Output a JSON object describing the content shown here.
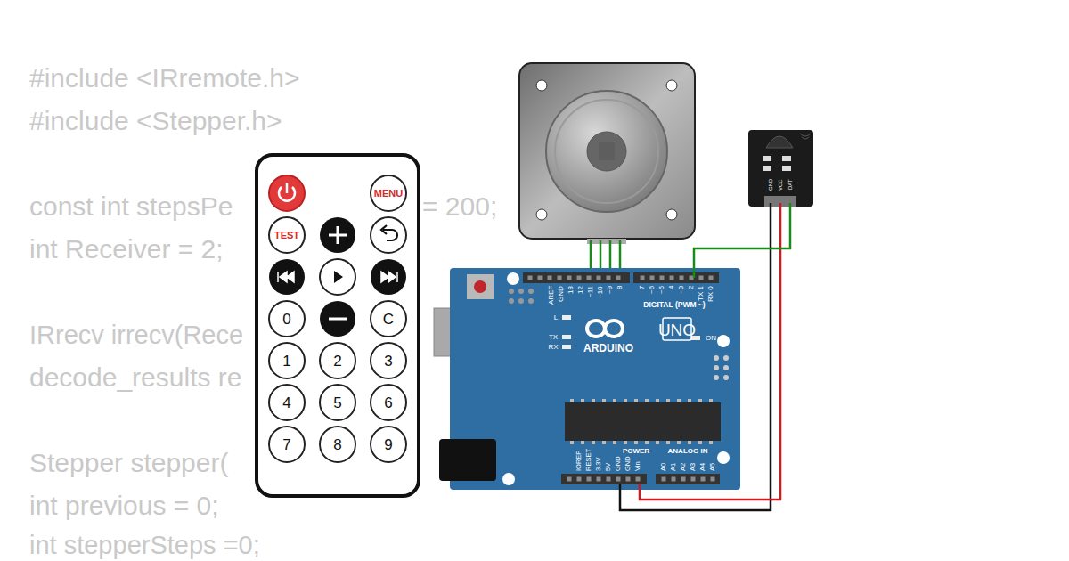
{
  "diagram": {
    "nodes": [
      {
        "text": [
          "MENU"
        ]
      },
      {
        "text": [
          "TEST"
        ]
      },
      {
        "text": [
          "0"
        ]
      },
      {
        "text": [
          "C"
        ]
      },
      {
        "text": [
          "1"
        ]
      },
      {
        "text": [
          "2"
        ]
      },
      {
        "text": [
          "3"
        ]
      },
      {
        "text": [
          "4"
        ]
      },
      {
        "text": [
          "5"
        ]
      },
      {
        "text": [
          "6"
        ]
      },
      {
        "text": [
          "7"
        ]
      },
      {
        "text": [
          "8"
        ]
      },
      {
        "text": [
          "9"
        ]
      }
    ],
    "labels": [
      "#include <IRremote.h>",
      "#include <Stepper.h>",
      "const int stepsPe",
      "= 200;",
      "int Receiver = 2;",
      "IRrecv irrecv(Rece",
      "decode_results re",
      "Stepper stepper(",
      "int previous = 0;",
      "int stepperSteps =0;",
      "AREF",
      "GND",
      "13",
      "12",
      "~11",
      "~10",
      "~9",
      "8",
      "7",
      "~6",
      "~5",
      "4",
      "~3",
      "2",
      "TX 1",
      "RX 0",
      "DIGITAL (PWM ~)",
      "L",
      "TX",
      "RX",
      "UNO",
      "ARDUINO",
      "ON",
      "POWER",
      "ANALOG IN",
      "IOREF",
      "RESET",
      "3.3V",
      "5V",
      "GND",
      "GND",
      "Vin",
      "A0",
      "A1",
      "A2",
      "A3",
      "A4",
      "A5",
      "GND",
      "VCC",
      "DAT"
    ]
  }
}
